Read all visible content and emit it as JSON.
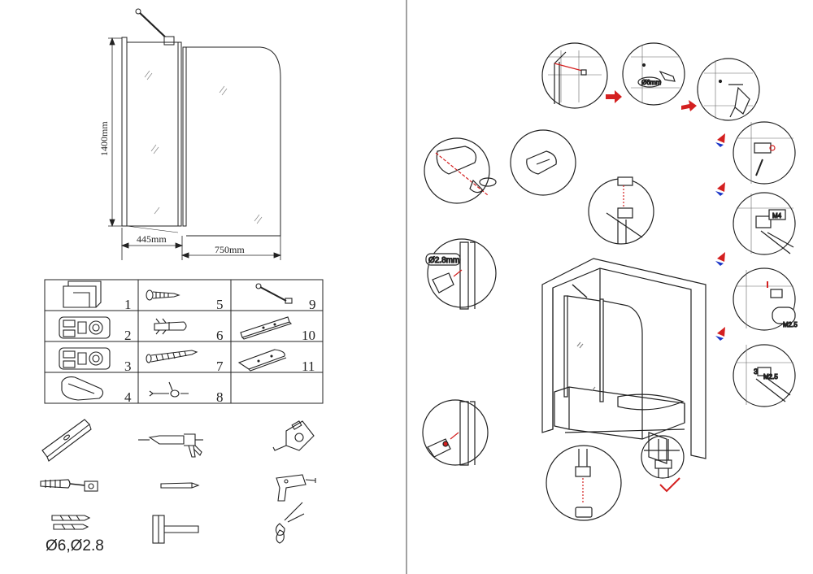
{
  "dimensions": {
    "height": "1400mm",
    "width_fixed": "445mm",
    "width_swing": "750mm"
  },
  "parts": [
    {
      "number": "1",
      "icon": "wall-profile-icon"
    },
    {
      "number": "2",
      "icon": "hinge-left-icon"
    },
    {
      "number": "3",
      "icon": "hinge-right-icon"
    },
    {
      "number": "4",
      "icon": "handle-bracket-icon"
    },
    {
      "number": "5",
      "icon": "short-screw-icon"
    },
    {
      "number": "6",
      "icon": "wall-plug-icon"
    },
    {
      "number": "7",
      "icon": "long-screw-icon"
    },
    {
      "number": "8",
      "icon": "cable-tie-icon"
    },
    {
      "number": "9",
      "icon": "support-bar-icon"
    },
    {
      "number": "10",
      "icon": "seal-strip-icon"
    },
    {
      "number": "11",
      "icon": "drip-seal-icon"
    }
  ],
  "tools": [
    {
      "name": "spirit-level-icon"
    },
    {
      "name": "caulking-gun-icon"
    },
    {
      "name": "tape-measure-icon"
    },
    {
      "name": "screwdriver-icon"
    },
    {
      "name": "pencil-icon"
    },
    {
      "name": "power-drill-icon"
    },
    {
      "name": "drill-bits-icon"
    },
    {
      "name": "rubber-mallet-icon"
    },
    {
      "name": "scissors-icon"
    }
  ],
  "drill_bits_label": "Ø6,Ø2.8",
  "callouts": {
    "drill_6": "Ø6mm",
    "drill_28": "Ø2.8mm",
    "screw_m4": "M4",
    "screw_m25_a": "M2.5",
    "step_3": "3",
    "screw_m25_b": "M2.5"
  },
  "colors": {
    "line": "#222222",
    "arrow": "#d42020",
    "arrow_shade": "#1a35c8",
    "check": "#d42020"
  }
}
